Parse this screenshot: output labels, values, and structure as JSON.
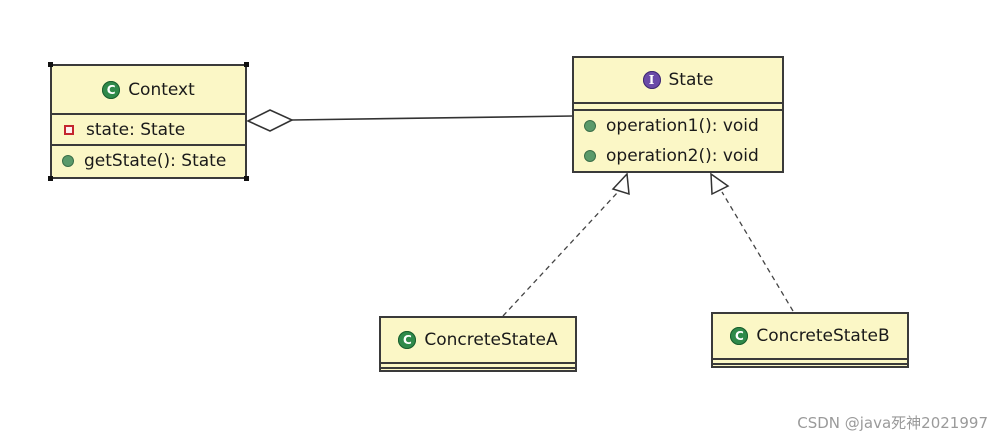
{
  "diagram": {
    "classes": {
      "context": {
        "name": "Context",
        "attributes": [
          "state: State"
        ],
        "methods": [
          "getState(): State"
        ]
      },
      "state": {
        "stereotype_icon": "interface-icon",
        "name": "State",
        "methods": [
          "operation1(): void",
          "operation2(): void"
        ]
      },
      "concrete_a": {
        "name": "ConcreteStateA"
      },
      "concrete_b": {
        "name": "ConcreteStateB"
      }
    },
    "icons": {
      "class_glyph": "C",
      "interface_glyph": "I"
    },
    "relations": [
      {
        "type": "aggregation",
        "from": "Context",
        "to": "State"
      },
      {
        "type": "realization",
        "from": "ConcreteStateA",
        "to": "State"
      },
      {
        "type": "realization",
        "from": "ConcreteStateB",
        "to": "State"
      }
    ],
    "colors": {
      "box_fill": "#fbf7c6",
      "border": "#3a3a3a",
      "class_icon": "#2f8a4a",
      "interface_icon": "#6a4aa8",
      "private_marker": "#c4262e"
    }
  },
  "watermark": "CSDN @java死神2021997"
}
